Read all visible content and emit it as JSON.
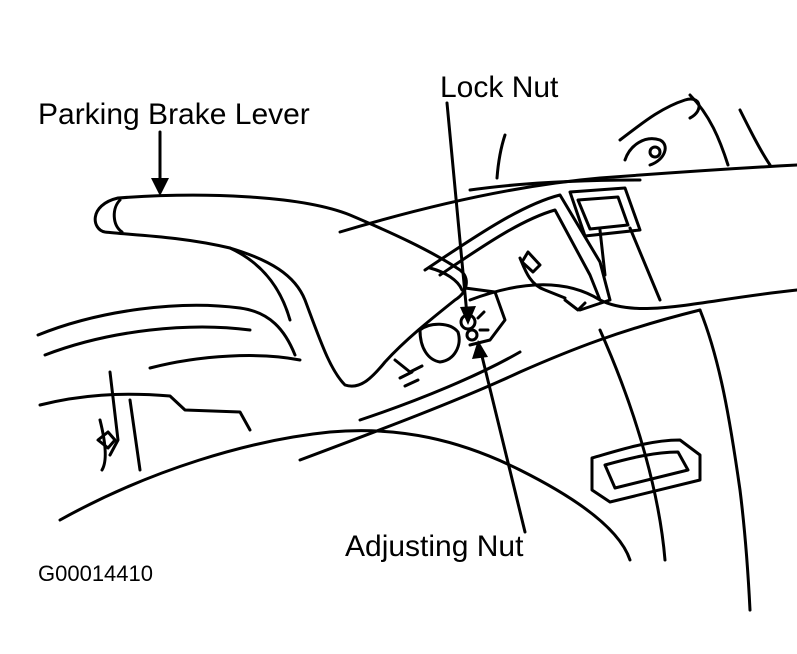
{
  "callouts": {
    "parking_brake_lever": "Parking Brake Lever",
    "lock_nut": "Lock Nut",
    "adjusting_nut": "Adjusting Nut"
  },
  "figure_id": "G00014410",
  "colors": {
    "ink": "#000000",
    "paper": "#ffffff"
  }
}
